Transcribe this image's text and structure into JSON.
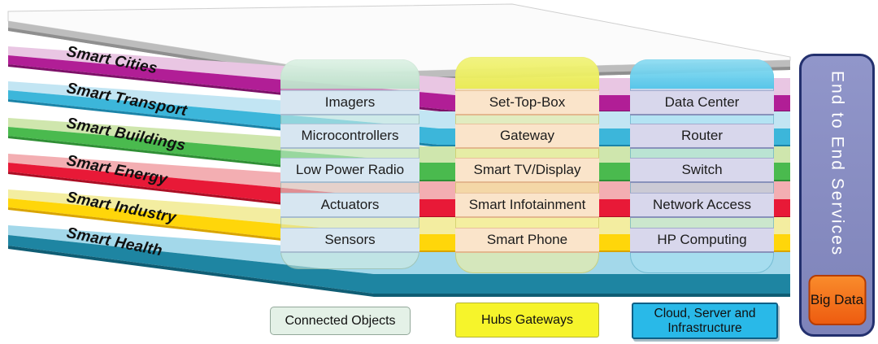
{
  "planks": [
    {
      "label": "Smart Cities",
      "color": "#b11e96",
      "tint": "#e9c6e3",
      "dark": "#7d1168"
    },
    {
      "label": "Smart Transport",
      "color": "#3cb6da",
      "tint": "#c2e5f3",
      "dark": "#1b84a8"
    },
    {
      "label": "Smart Buildings",
      "color": "#4aba4e",
      "tint": "#cfe6ad",
      "dark": "#2f8f35"
    },
    {
      "label": "Smart Energy",
      "color": "#e81937",
      "tint": "#f3aeb2",
      "dark": "#ab0e24"
    },
    {
      "label": "Smart Industry",
      "color": "#ffd60a",
      "tint": "#f3eda0",
      "dark": "#d9a400"
    },
    {
      "label": "Smart Health",
      "color": "#1e85a2",
      "tint": "#a3d8ea",
      "dark": "#0f5d74"
    }
  ],
  "top_plate": {
    "face": "#fbfbfb",
    "edge": "#bdbdbd",
    "edge_dark": "#8f8f8f"
  },
  "columns": [
    {
      "legend": "Connected Objects",
      "items": [
        "Imagers",
        "Microcontrollers",
        "Low Power Radio",
        "Actuators",
        "Sensors"
      ],
      "cap_color": "#b9e1c8",
      "strip_color": "#d7e6f1",
      "legend_fill": "#e4f1e7"
    },
    {
      "legend": "Hubs Gateways",
      "items": [
        "Set-Top-Box",
        "Gateway",
        "Smart TV/Display",
        "Smart Infotainment",
        "Smart Phone"
      ],
      "cap_color": "#e9ec4e",
      "strip_color": "#fae4ca",
      "legend_fill": "#f6f42b"
    },
    {
      "legend": "Cloud, Server and Infrastructure",
      "items": [
        "Data Center",
        "Router",
        "Switch",
        "Network Access",
        "HP Computing"
      ],
      "cap_color": "#4cc5e9",
      "strip_color": "#d8d7ec",
      "legend_fill": "#29b9e8"
    }
  ],
  "right_panel": {
    "label": "End to End Services",
    "fill": "#868bc1",
    "border": "#23306e",
    "text_color": "#ffffff",
    "badge": {
      "label": "Big Data",
      "fill": "#f1661c",
      "border": "#b53c00",
      "text_color": "#101010"
    }
  }
}
